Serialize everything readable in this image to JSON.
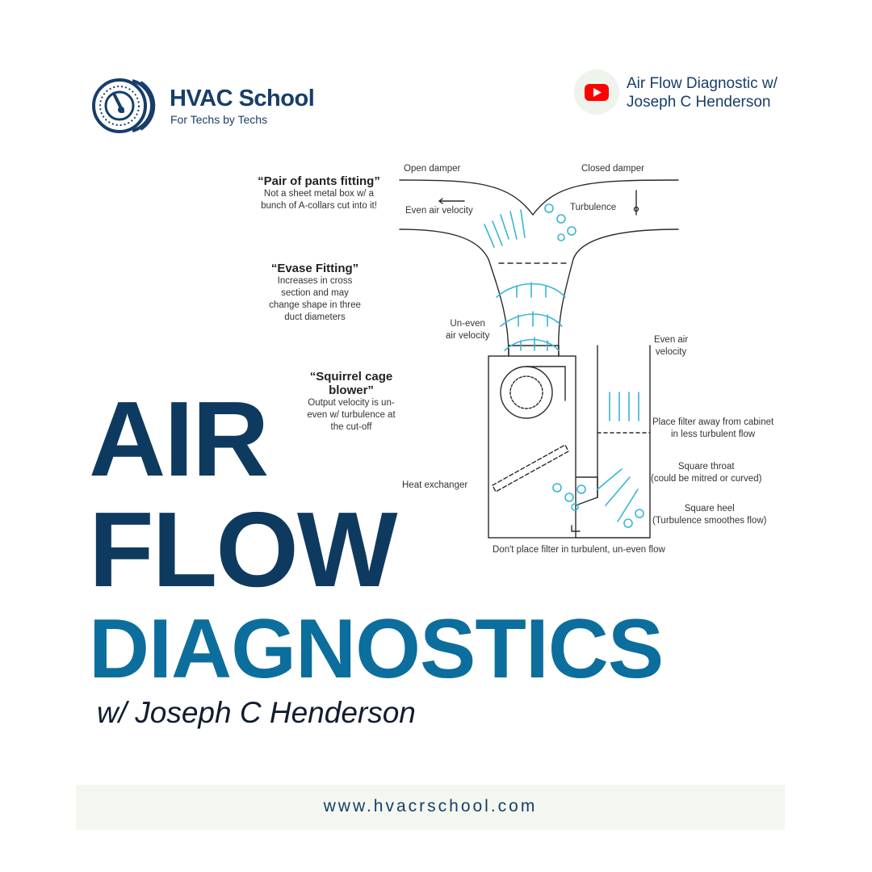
{
  "brand": {
    "name": "HVAC School",
    "tagline": "For Techs by Techs"
  },
  "video": {
    "line1": "Air Flow Diagnostic w/",
    "line2": "Joseph C Henderson",
    "icon": "youtube-play-icon",
    "icon_color": "#ff0000"
  },
  "diagram": {
    "notes": [
      {
        "title": "“Pair of pants fitting”",
        "body": [
          "Not a sheet metal box w/ a",
          "bunch of A-collars cut into it!"
        ]
      },
      {
        "title": "“Evase Fitting”",
        "body": [
          "Increases in cross",
          "section and may",
          "change shape in three",
          "duct diameters"
        ]
      },
      {
        "title": [
          "“Squirrel cage",
          "blower”"
        ],
        "body": [
          "Output velocity is un-",
          "even w/ turbulence at",
          "the cut-off"
        ]
      }
    ],
    "labels": {
      "open_damper": "Open damper",
      "closed_damper": "Closed damper",
      "even_air_velocity": "Even air velocity",
      "turbulence": "Turbulence",
      "uneven_air_velocity": [
        "Un-even",
        "air velocity"
      ],
      "even_air_velocity_right": [
        "Even air",
        "velocity"
      ],
      "place_filter": [
        "Place filter away from cabinet",
        "in less turbulent flow"
      ],
      "heat_exchanger": "Heat exchanger",
      "square_throat": [
        "Square throat",
        "(could be mitred or curved)"
      ],
      "square_heel": [
        "Square heel",
        "(Turbulence smoothes flow)"
      ],
      "dont_place_filter": "Don't place filter in turbulent, un-even flow"
    }
  },
  "headline": {
    "line1": "AIR",
    "line2": "FLOW",
    "line3": "DIAGNOSTICS",
    "subtitle": "w/ Joseph C Henderson"
  },
  "footer": {
    "url": "www.hvacrschool.com"
  },
  "colors": {
    "navy": "#0f3a5f",
    "teal_blue": "#0c6e9c",
    "sketch_cyan": "#37b6d6",
    "footer_bg": "#f3f7ef"
  }
}
